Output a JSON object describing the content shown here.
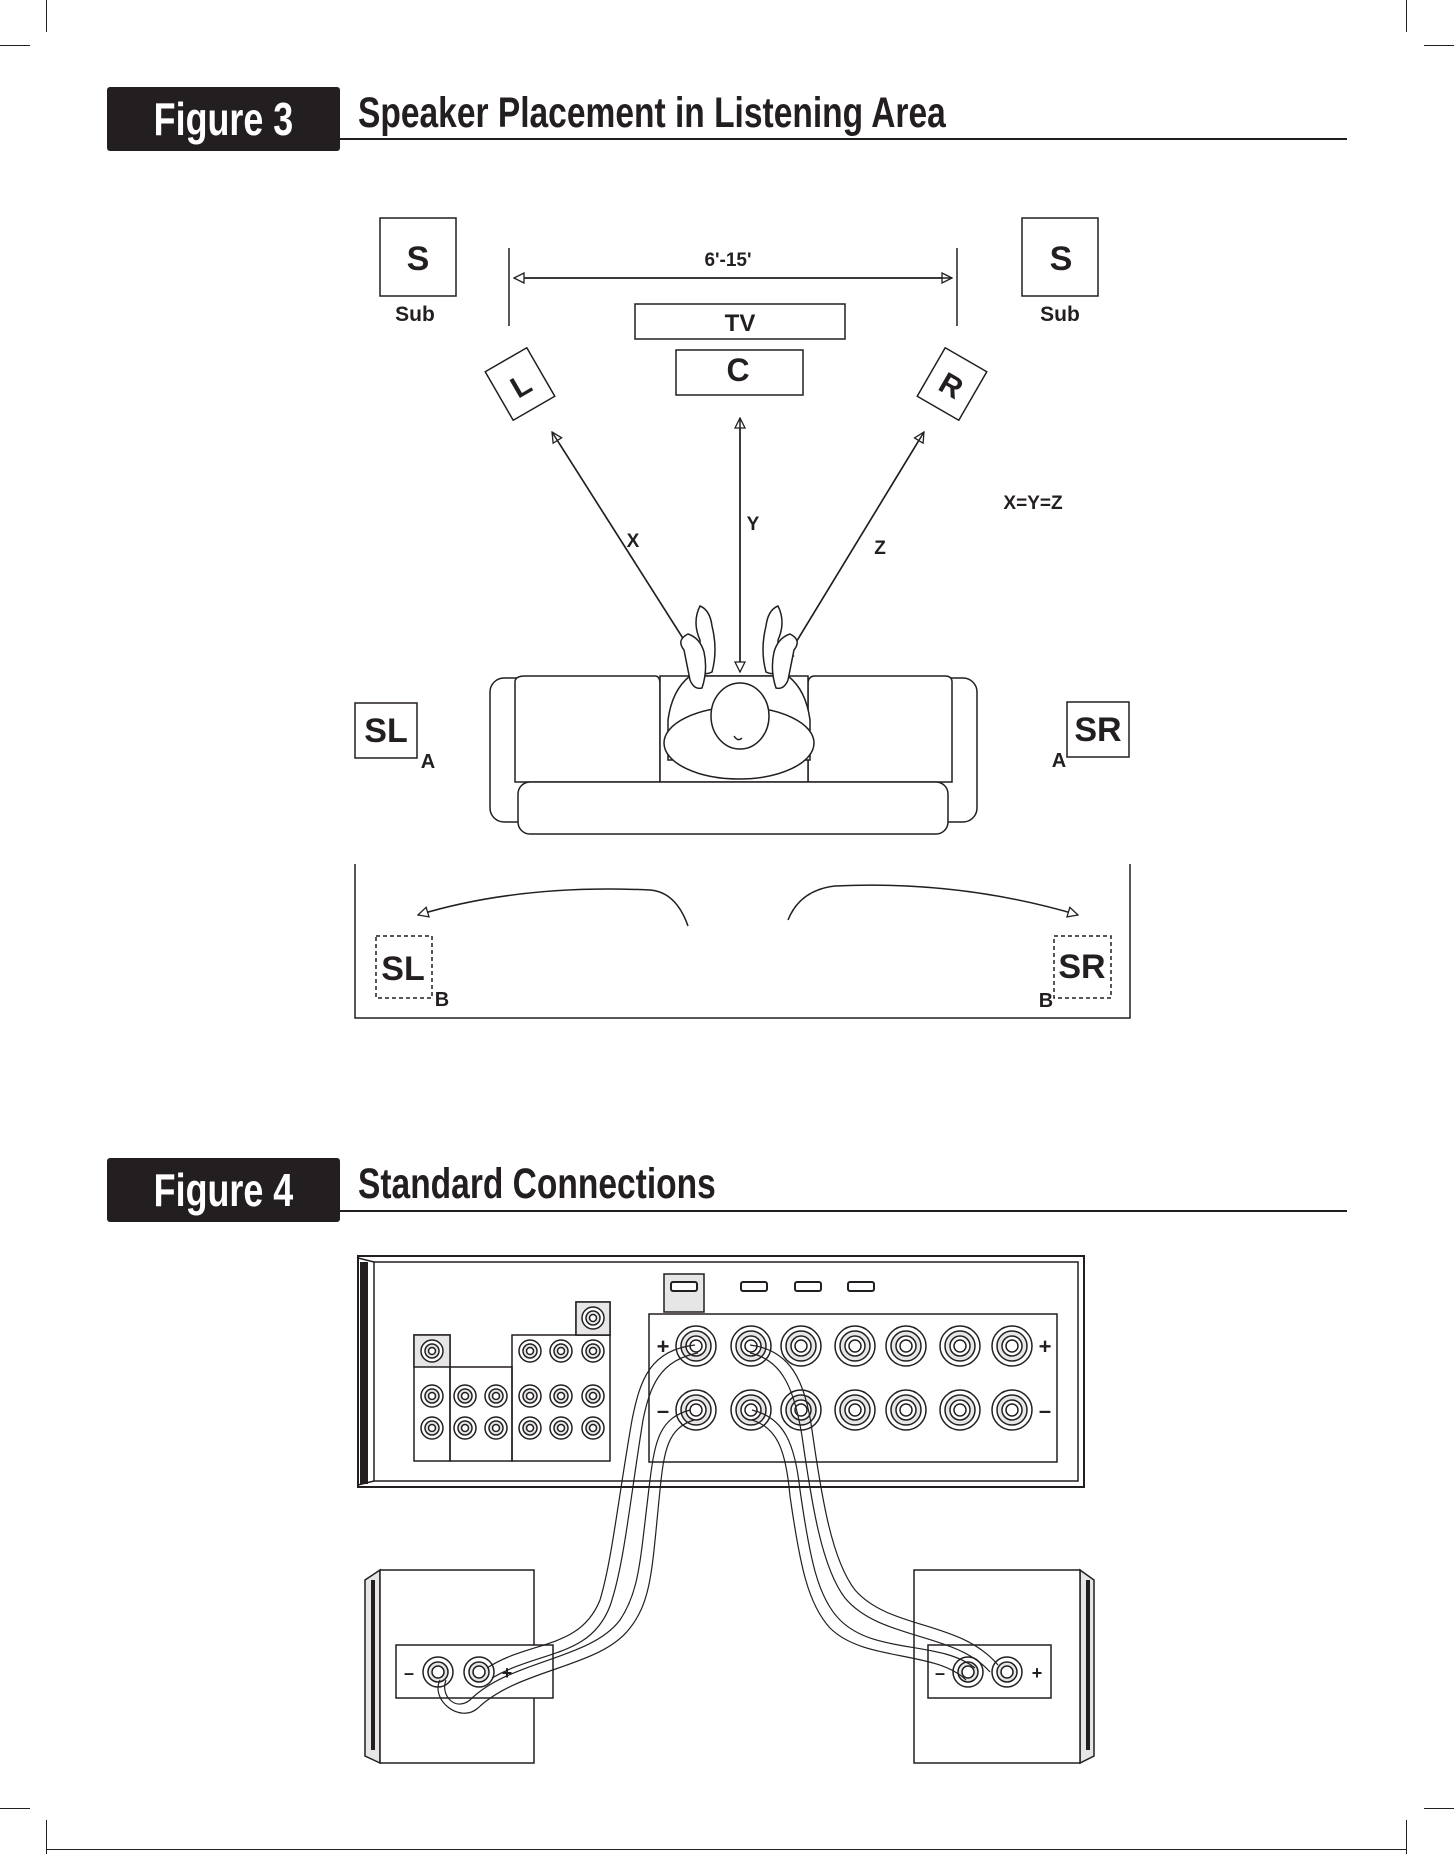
{
  "figure3": {
    "label": "Figure 3",
    "title": "Speaker Placement in Listening Area",
    "labels": {
      "sub_left_letter": "S",
      "sub_left_caption": "Sub",
      "sub_right_letter": "S",
      "sub_right_caption": "Sub",
      "distance": "6'-15'",
      "tv": "TV",
      "center": "C",
      "left": "L",
      "right": "R",
      "equation": "X=Y=Z",
      "x": "X",
      "y": "Y",
      "z": "Z",
      "sl_a": "SL",
      "sr_a": "SR",
      "a_left": "A",
      "a_right": "A",
      "sl_b": "SL",
      "sr_b": "SR",
      "b_left": "B",
      "b_right": "B"
    }
  },
  "figure4": {
    "label": "Figure 4",
    "title": "Standard Connections",
    "labels": {
      "plus_left": "+",
      "plus_right": "+",
      "minus_left": "–",
      "minus_right": "–",
      "spk_left_minus": "–",
      "spk_left_plus": "+",
      "spk_right_minus": "–",
      "spk_right_plus": "+"
    }
  },
  "colors": {
    "ink": "#231f20",
    "background": "#ffffff",
    "jack_fill": "#e6e6e6"
  }
}
